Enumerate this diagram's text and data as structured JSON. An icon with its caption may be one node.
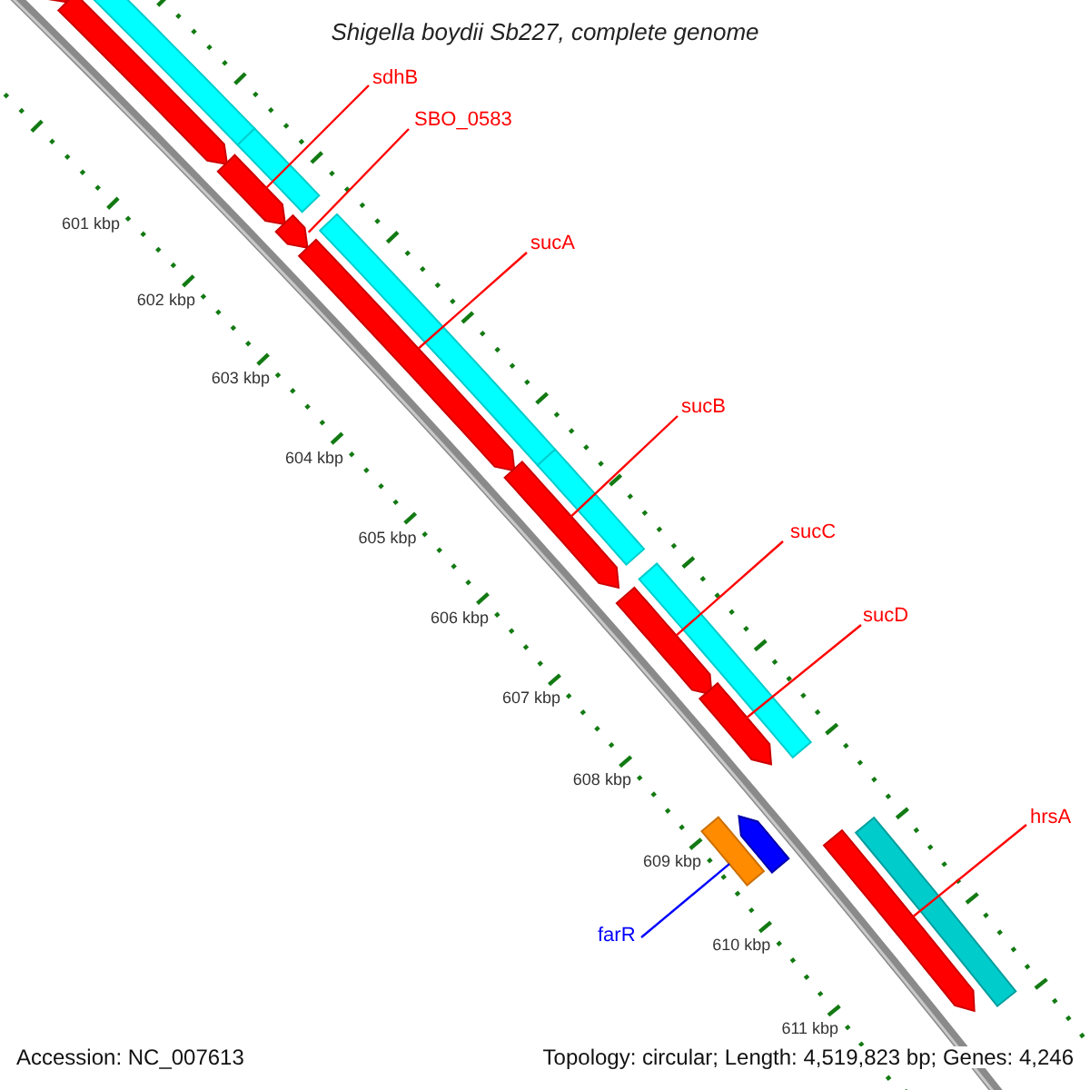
{
  "diagram": {
    "title": "Shigella boydii Sb227, complete genome",
    "nodes": [
      {
        "text": [
          "sdhB"
        ]
      },
      {
        "text": [
          "SBO_0583"
        ]
      },
      {
        "text": [
          "sucA"
        ]
      },
      {
        "text": [
          "sucB"
        ]
      },
      {
        "text": [
          "sucC"
        ]
      },
      {
        "text": [
          "sucD"
        ]
      },
      {
        "text": [
          "hrsA"
        ]
      },
      {
        "text": [
          "farR"
        ]
      },
      {
        "text": [],
        "shape": "arrow"
      },
      {
        "text": [],
        "shape": "arrow"
      },
      {
        "text": [],
        "shape": "arrow"
      },
      {
        "text": [],
        "shape": "arrow"
      },
      {
        "text": [],
        "shape": "arrow"
      },
      {
        "text": [],
        "shape": "arrow"
      },
      {
        "text": [],
        "shape": "arrow"
      },
      {
        "text": [],
        "shape": "arrow"
      },
      {
        "text": [],
        "shape": "arrow"
      },
      {
        "text": [],
        "shape": "bar"
      },
      {
        "text": [],
        "shape": "bar"
      },
      {
        "text": [],
        "shape": "bar"
      },
      {
        "text": [],
        "shape": "bar"
      },
      {
        "text": [],
        "shape": "bar"
      },
      {
        "text": [],
        "shape": "bar"
      },
      {
        "text": [],
        "shape": "arrow"
      },
      {
        "text": [],
        "shape": "bar"
      }
    ],
    "edges": [
      {
        "from": 0,
        "to": 10,
        "arrow": "none"
      },
      {
        "from": 1,
        "to": 11,
        "arrow": "none"
      },
      {
        "from": 2,
        "to": 12,
        "arrow": "none"
      },
      {
        "from": 3,
        "to": 13,
        "arrow": "none"
      },
      {
        "from": 4,
        "to": 14,
        "arrow": "none"
      },
      {
        "from": 5,
        "to": 15,
        "arrow": "none"
      },
      {
        "from": 6,
        "to": 16,
        "arrow": "none"
      },
      {
        "from": 7,
        "to": 24,
        "arrow": "none",
        "color": "#0000ff"
      }
    ],
    "labels": [
      "601 kbp",
      "602 kbp",
      "603 kbp",
      "604 kbp",
      "605 kbp",
      "606 kbp",
      "607 kbp",
      "608 kbp",
      "609 kbp",
      "610 kbp",
      "611 kbp",
      "Accession: NC_007613",
      "Topology: circular; Length: 4,519,823 bp; Genes: 4,246"
    ]
  }
}
